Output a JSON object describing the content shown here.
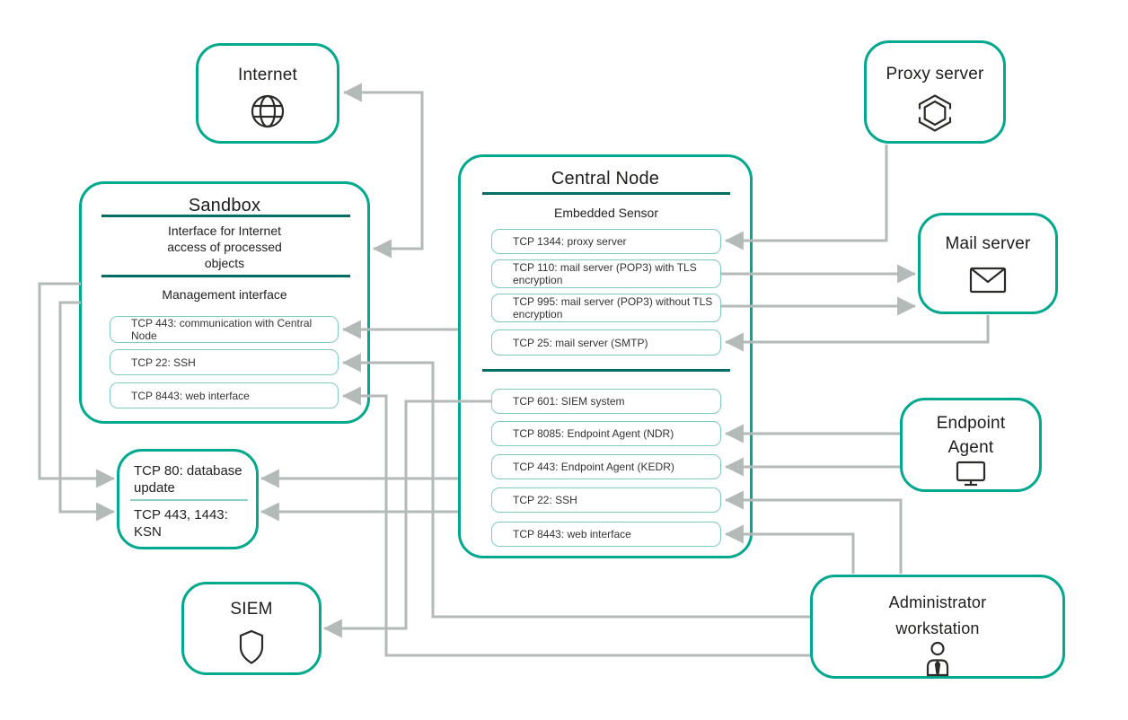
{
  "palette": {
    "accent": "#00a88e",
    "row_border": "#7fcbc0",
    "divider": "#006e64",
    "arrow": "#b3bab8",
    "ink": "#1d1d1b"
  },
  "nodes": {
    "internet": {
      "title": "Internet",
      "icon": "globe-icon"
    },
    "proxy": {
      "title": "Proxy server",
      "icon": "proxy-icon"
    },
    "mail": {
      "title": "Mail server",
      "icon": "envelope-icon"
    },
    "endpoint": {
      "title": "Endpoint Agent",
      "icon": "monitor-icon"
    },
    "admin": {
      "title": "Administrator workstation",
      "icon": "person-icon"
    },
    "siem": {
      "title": "SIEM",
      "icon": "shield-icon"
    },
    "sandbox": {
      "title": "Sandbox",
      "internet_interface_label": "Interface for Internet access of processed objects",
      "management_label": "Management interface",
      "rows": [
        "TCP 443: communication with Central Node",
        "TCP 22: SSH",
        "TCP 8443: web interface"
      ]
    },
    "central": {
      "title": "Central Node",
      "subtitle": "Embedded Sensor",
      "rows": [
        "TCP 1344: proxy server",
        "TCP 110: mail server (POP3) with TLS encryption",
        "TCP 995: mail server (POP3) without TLS encryption",
        "TCP 25: mail server (SMTP)",
        "TCP 601: SIEM system",
        "TCP 8085: Endpoint Agent (NDR)",
        "TCP 443: Endpoint Agent (KEDR)",
        "TCP 22: SSH",
        "TCP 8443: web interface"
      ]
    },
    "ksn": {
      "rows": [
        "TCP 80: database update",
        "TCP 443, 1443: KSN"
      ]
    }
  },
  "connections": [
    {
      "from": "Sandbox: Interface for Internet access of processed objects",
      "to": "Internet"
    },
    {
      "from": "Internet",
      "to": "Sandbox: Interface for Internet access of processed objects"
    },
    {
      "from": "Proxy server",
      "to": "Central Node: TCP 1344: proxy server"
    },
    {
      "from": "Central Node: TCP 110: mail server (POP3) with TLS encryption",
      "to": "Mail server"
    },
    {
      "from": "Central Node: TCP 995: mail server (POP3) without TLS encryption",
      "to": "Mail server"
    },
    {
      "from": "Mail server",
      "to": "Central Node: TCP 25: mail server (SMTP)"
    },
    {
      "from": "Central Node",
      "to": "Sandbox: TCP 443: communication with Central Node"
    },
    {
      "from": "Administrator workstation",
      "to": "Sandbox: TCP 22: SSH"
    },
    {
      "from": "Administrator workstation",
      "to": "Sandbox: TCP 8443: web interface"
    },
    {
      "from": "Central Node: TCP 601: SIEM system",
      "to": "SIEM"
    },
    {
      "from": "Endpoint Agent",
      "to": "Central Node: TCP 8085: Endpoint Agent (NDR)"
    },
    {
      "from": "Endpoint Agent",
      "to": "Central Node: TCP 443: Endpoint Agent (KEDR)"
    },
    {
      "from": "Administrator workstation",
      "to": "Central Node: TCP 22: SSH"
    },
    {
      "from": "Administrator workstation",
      "to": "Central Node: TCP 8443: web interface"
    },
    {
      "from": "Sandbox: Management interface",
      "to": "TCP 80: database update"
    },
    {
      "from": "Sandbox: Management interface",
      "to": "TCP 443, 1443: KSN"
    },
    {
      "from": "Central Node",
      "to": "TCP 80: database update"
    },
    {
      "from": "Central Node",
      "to": "TCP 443, 1443: KSN"
    }
  ]
}
